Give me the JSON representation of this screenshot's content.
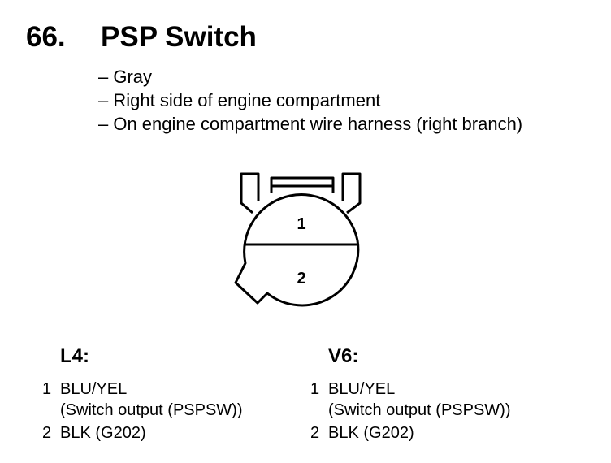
{
  "header": {
    "number": "66.",
    "title": "PSP Switch"
  },
  "info_lines": [
    "– Gray",
    "– Right side of engine compartment",
    "– On engine compartment wire harness (right branch)"
  ],
  "connector": {
    "terminals": [
      "1",
      "2"
    ]
  },
  "variants": [
    {
      "heading": "L4:",
      "pins": [
        {
          "num": "1",
          "wire": "BLU/YEL",
          "desc": "(Switch output (PSPSW))"
        },
        {
          "num": "2",
          "wire": "BLK (G202)"
        }
      ]
    },
    {
      "heading": "V6:",
      "pins": [
        {
          "num": "1",
          "wire": "BLU/YEL",
          "desc": "(Switch output (PSPSW))"
        },
        {
          "num": "2",
          "wire": "BLK (G202)"
        }
      ]
    }
  ]
}
